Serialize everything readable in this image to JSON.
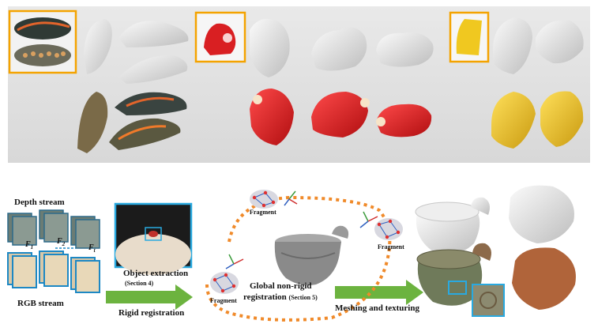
{
  "figure": {
    "top_row": {
      "objects": [
        "shoe",
        "toy-horse",
        "bananas"
      ]
    },
    "pipeline": {
      "depth_stream": "Depth stream",
      "rgb_stream": "RGB stream",
      "frame_labels": [
        "F",
        "F",
        "F"
      ],
      "frame_subscripts": [
        "1",
        "2",
        "t"
      ],
      "object_extraction": "Object extraction",
      "section_4": "(Section 4)",
      "rigid_registration": "Rigid registration",
      "fragment_label": "Fragment",
      "global_nonrigid_line1": "Global non-rigid",
      "global_nonrigid_line2": "registration",
      "section_5": "(Section 5)",
      "meshing_texturing": "Meshing and texturing"
    },
    "colors": {
      "highlight_box": "#f4a300",
      "cyan_box": "#29a9e0",
      "green_arrow": "#6cb33f",
      "dotted_arc": "#f08a2a",
      "fragment_node": "#e03030",
      "fragment_edge": "#3060c0"
    }
  }
}
